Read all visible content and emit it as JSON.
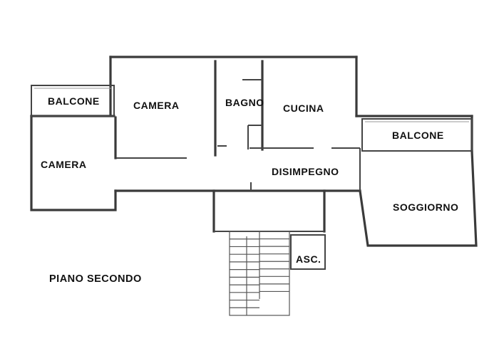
{
  "rooms": {
    "balcone_left": "BALCONE",
    "camera_left": "CAMERA",
    "camera_top": "CAMERA",
    "bagno": "BAGNO",
    "cucina": "CUCINA",
    "balcone_right": "BALCONE",
    "disimpegno": "DISIMPEGNO",
    "soggiorno": "SOGGIORNO",
    "ascensore": "ASC."
  },
  "floor_label": "PIANO SECONDO",
  "colors": {
    "wall": "#3a3a3a",
    "background": "#ffffff",
    "text": "#111111"
  }
}
